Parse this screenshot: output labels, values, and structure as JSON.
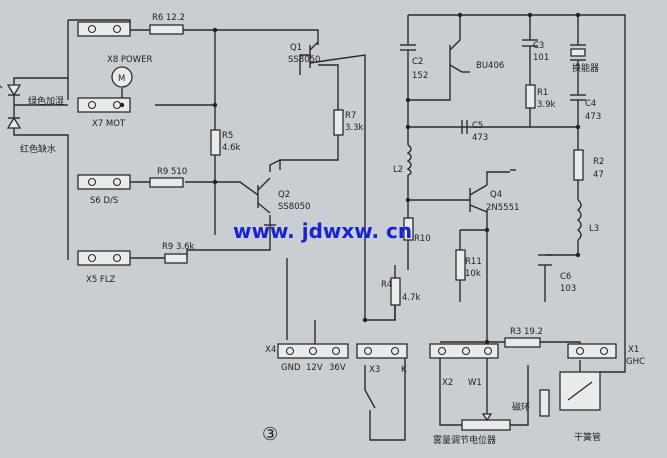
{
  "labels": {
    "r6": "R6 12.2",
    "x8": "X8 POWER",
    "motor": "M",
    "green": "绿色加湿",
    "red": "红色缺水",
    "x7": "X7 MOT",
    "r5a": "R5",
    "r5b": "4.6k",
    "q1a": "Q1",
    "q1b": "SS8050",
    "r7a": "R7",
    "r7b": "3.3k",
    "q2a": "Q2",
    "q2b": "SS8050",
    "r9a": "R9 510",
    "s6": "S6 D/S",
    "r9b": "R9 3.6k",
    "x5": "X5 FLZ",
    "r4a": "R4",
    "r4b": "4.7k",
    "c2a": "C2",
    "c2b": "152",
    "bu": "BU406",
    "c3a": "C3",
    "c3b": "101",
    "hnq": "换能器",
    "r1a": "R1",
    "r1b": "3.9k",
    "c4a": "C4",
    "c4b": "473",
    "c5a": "C5",
    "c5b": "473",
    "l2": "L2",
    "q4a": "Q4",
    "q4b": "2N5551",
    "r2a": "R2",
    "r2b": "47",
    "l3": "L3",
    "r10": "R10",
    "r11a": "R11",
    "r11b": "10k",
    "c6a": "C6",
    "c6b": "103",
    "r3": "R3 19.2",
    "x4": "X4",
    "gnd": "GND",
    "v12": "12V",
    "v36": "36V",
    "x3": "X3",
    "k": "K",
    "x2": "X2",
    "w1": "W1",
    "x1a": "X1",
    "x1b": "GHC",
    "magnet": "磁环",
    "reed": "干簧管",
    "pot": "雾量调节电位器",
    "fig": "③",
    "watermark": "www. jdwxw. cn"
  }
}
